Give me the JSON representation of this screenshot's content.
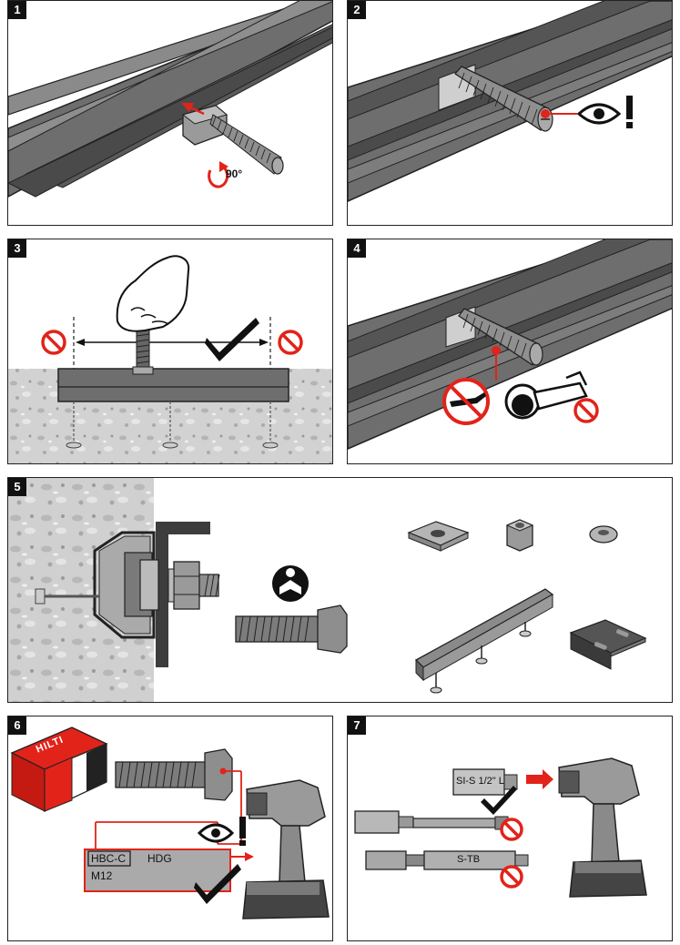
{
  "steps": [
    "1",
    "2",
    "3",
    "4",
    "5",
    "6",
    "7"
  ],
  "step1": {
    "rotation_label": "90°"
  },
  "step6": {
    "brand": "HILTI",
    "label_code": "HBC-C",
    "label_finish": "HDG",
    "label_size": "M12"
  },
  "step7": {
    "socket_label": "SI-S 1/2\" L",
    "tool_label": "S-TB"
  },
  "colors": {
    "accent": "#e2231a",
    "rail": "#6e6e6e",
    "rail_dark": "#3d3d3d",
    "concrete": "#d4d4d4"
  },
  "icons": [
    "rotate-arrow-icon",
    "eye-icon",
    "exclamation-icon",
    "prohibited-icon",
    "checkmark-icon",
    "read-manual-icon",
    "no-welding-icon",
    "no-cutting-icon",
    "push-arrow-icon"
  ]
}
